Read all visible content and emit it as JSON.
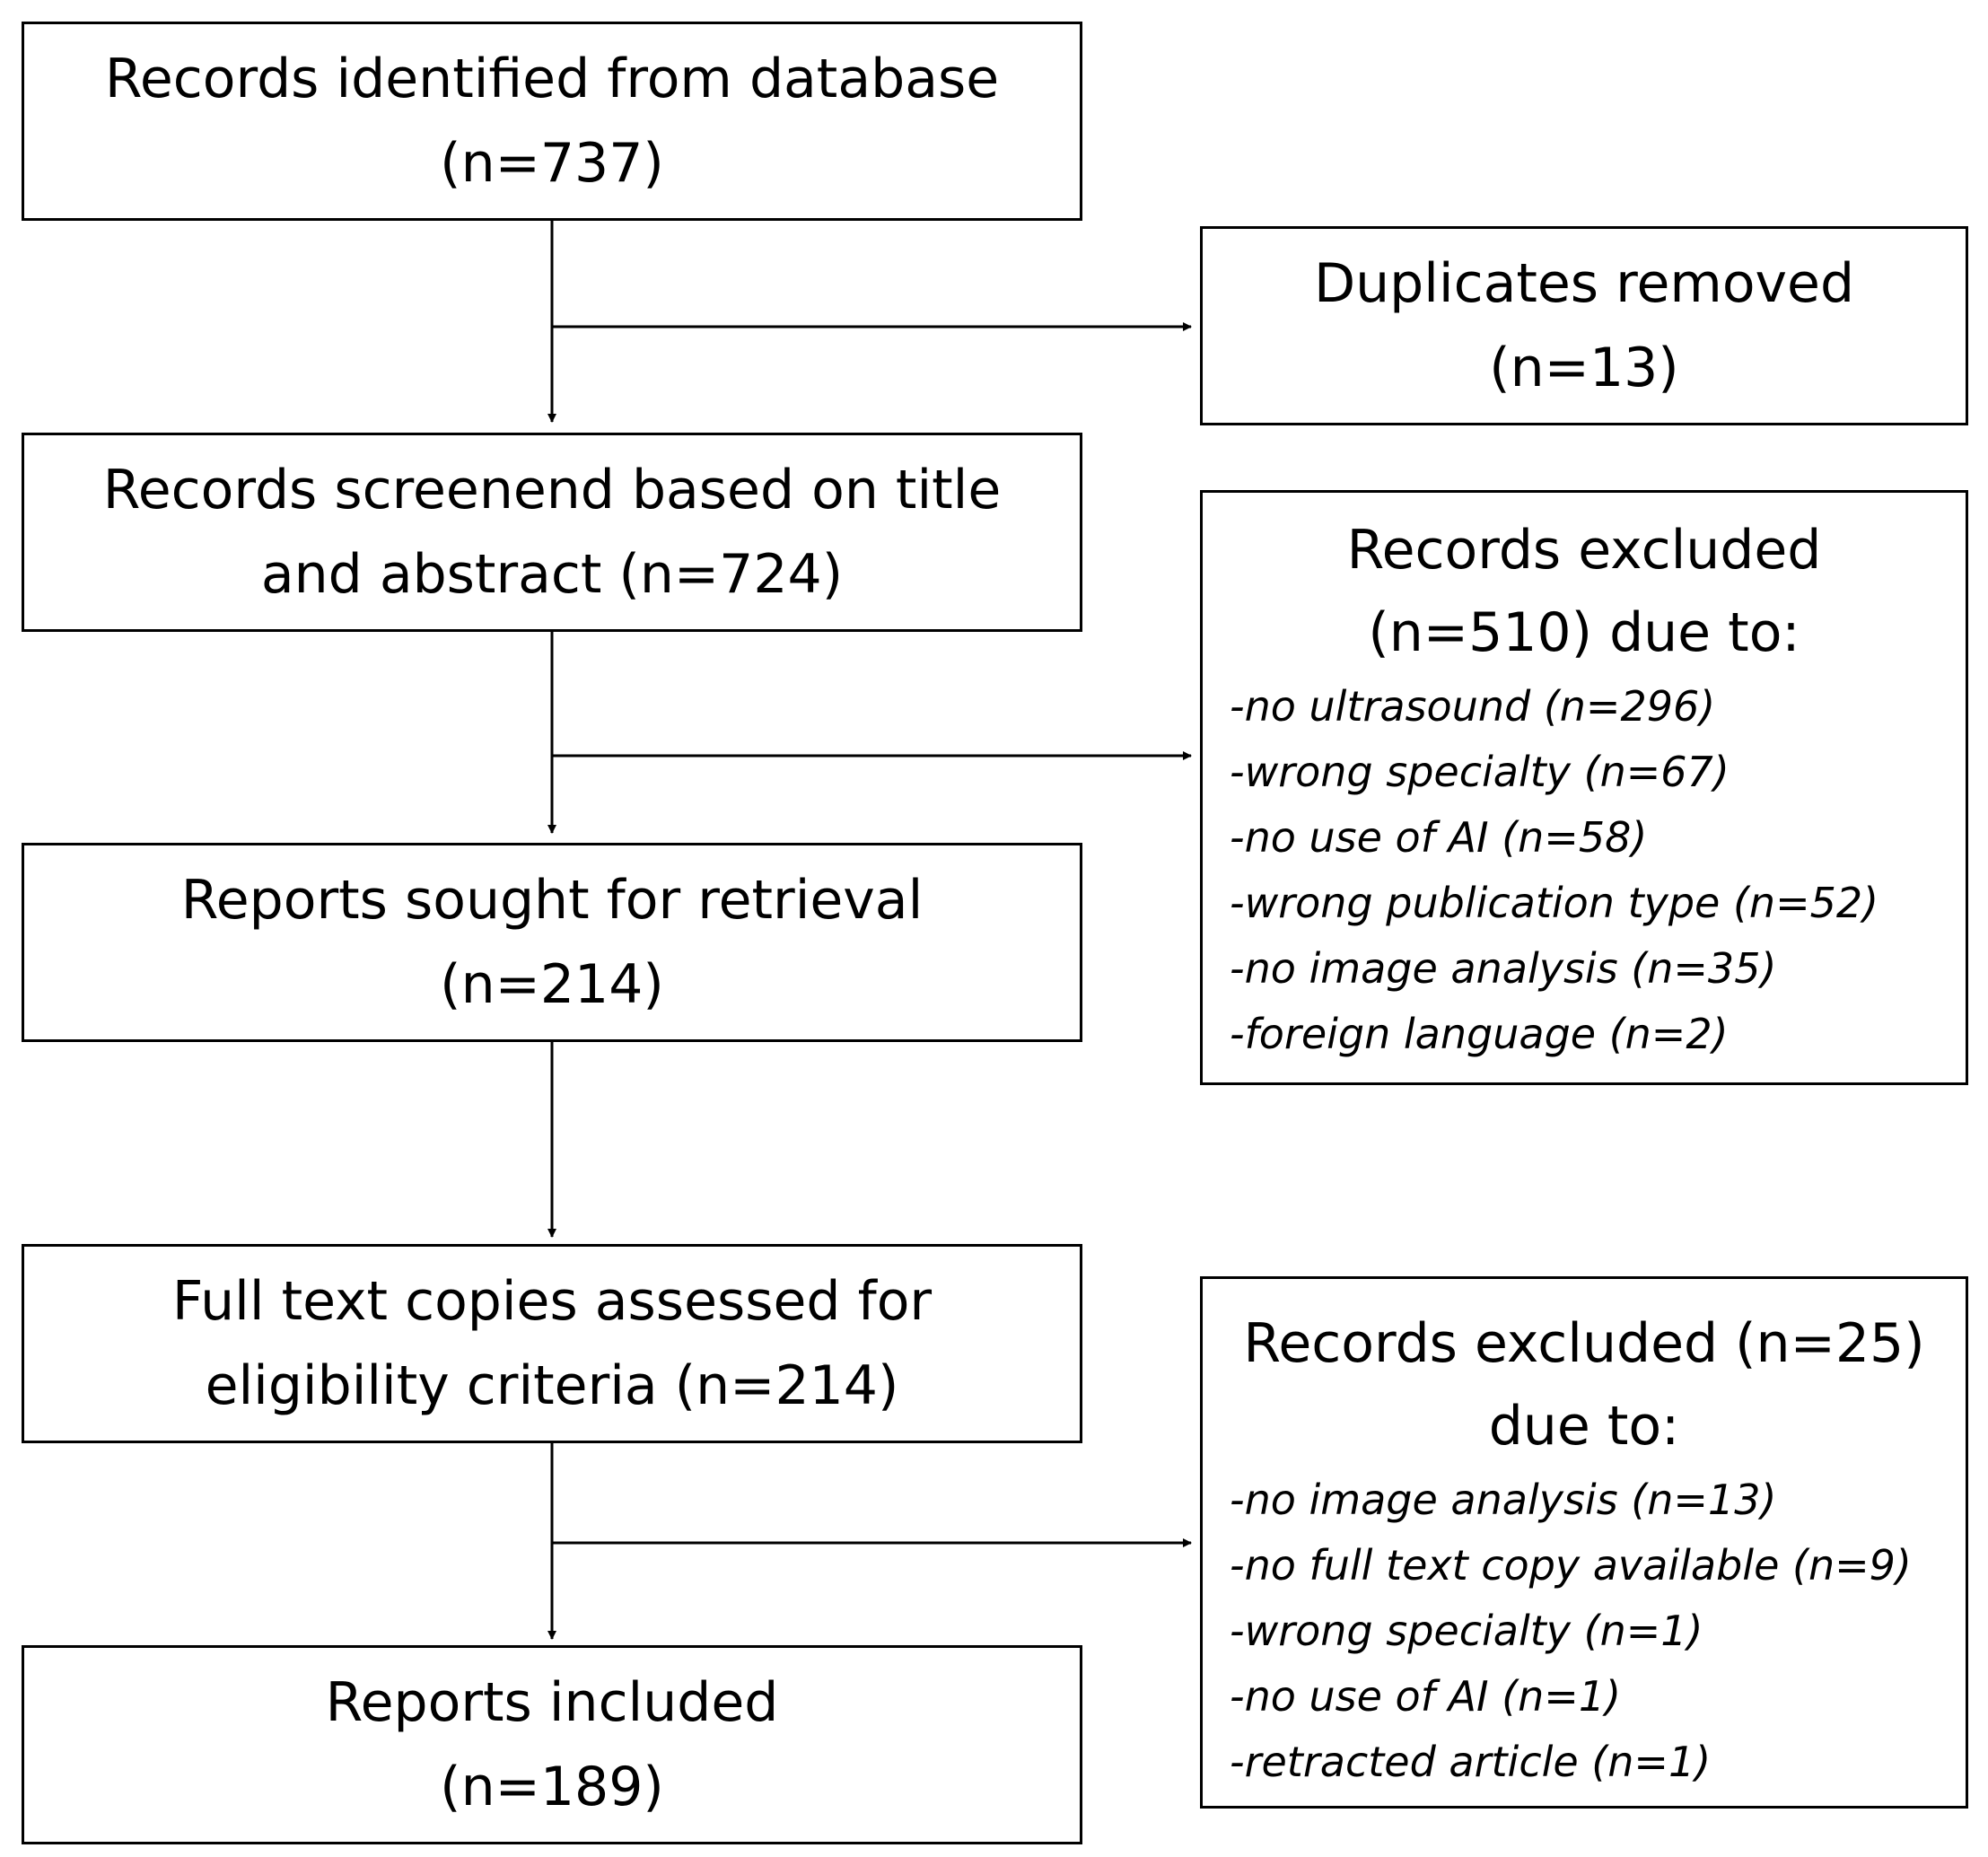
{
  "boxes": {
    "identified": "Records identified from database\n(n=737)",
    "duplicates": "Duplicates removed\n(n=13)",
    "screened": "Records screenend based on title\nand abstract (n=724)",
    "excluded_screening": {
      "title": "Records excluded\n(n=510) due to:",
      "items": [
        "-no ultrasound (n=296)",
        "-wrong specialty (n=67)",
        "-no use of AI (n=58)",
        "-wrong publication type (n=52)",
        "-no image analysis (n=35)",
        "-foreign language (n=2)"
      ]
    },
    "sought": "Reports sought for retrieval\n(n=214)",
    "assessed": "Full text copies assessed for\neligibility criteria (n=214)",
    "excluded_fulltext": {
      "title": "Records excluded (n=25)\ndue to:",
      "items": [
        "-no image analysis (n=13)",
        "-no full text copy available (n=9)",
        "-wrong specialty (n=1)",
        "-no use of AI (n=1)",
        "-retracted article (n=1)"
      ]
    },
    "included": "Reports included\n(n=189)"
  }
}
